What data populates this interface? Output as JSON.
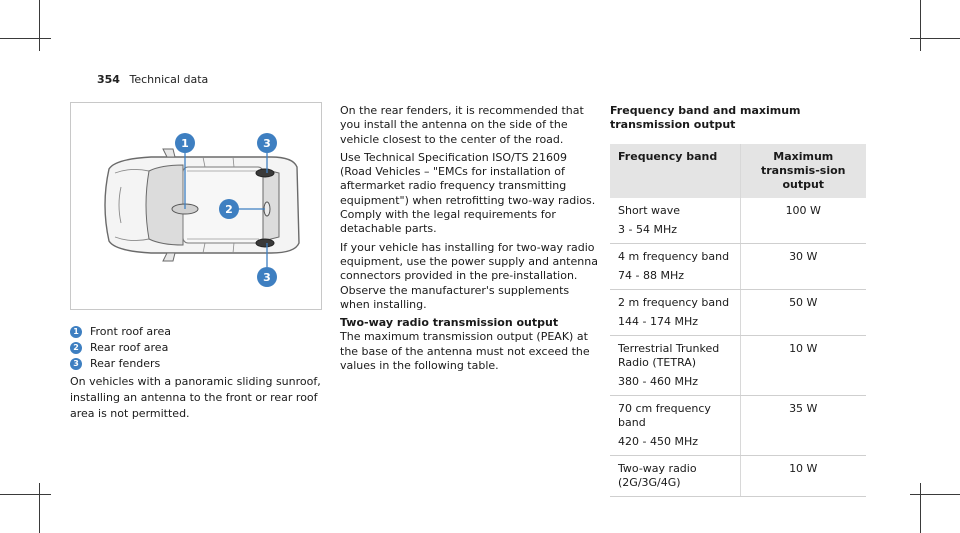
{
  "header": {
    "page_number": "354",
    "section": "Technical data"
  },
  "figure": {
    "callouts": [
      "1",
      "2",
      "3",
      "3"
    ],
    "accent_color": "#3e7fc1"
  },
  "legend": {
    "items": [
      {
        "num": "1",
        "label": "Front roof area"
      },
      {
        "num": "2",
        "label": "Rear roof area"
      },
      {
        "num": "3",
        "label": "Rear fenders"
      }
    ],
    "note": "On vehicles with a panoramic sliding sunroof, installing an antenna to the front or rear roof area is not permitted."
  },
  "middle": {
    "p1": "On the rear fenders, it is recommended that you install the antenna on the side of the vehicle closest to the center of the road.",
    "p2": "Use Technical Specification ISO/TS 21609 (Road Vehicles – \"EMCs for installation of aftermarket radio frequency transmitting equipment\") when retrofitting two-way radios. Comply with the legal requirements for detachable parts.",
    "p3": "If your vehicle has installing for two-way radio equipment, use the power supply and antenna connectors provided in the pre-installation. Observe the manufacturer's supplements when installing.",
    "heading": "Two-way radio transmission output",
    "p4": "The maximum transmission output (PEAK) at the base of the antenna must not exceed the values in the following table."
  },
  "table": {
    "title": "Frequency band and maximum transmission output",
    "col1": "Frequency band",
    "col2": "Maximum transmis-sion output",
    "rows": [
      {
        "band": "Short wave",
        "range": "3 - 54 MHz",
        "power": "100 W"
      },
      {
        "band": "4 m frequency band",
        "range": "74 - 88 MHz",
        "power": "30 W"
      },
      {
        "band": "2 m frequency band",
        "range": "144 - 174 MHz",
        "power": "50 W"
      },
      {
        "band": "Terrestrial Trunked Radio (TETRA)",
        "range": "380 - 460 MHz",
        "power": "10 W"
      },
      {
        "band": "70 cm frequency band",
        "range": "420 - 450 MHz",
        "power": "35 W"
      },
      {
        "band": "Two-way radio (2G/3G/4G)",
        "range": "",
        "power": "10 W"
      }
    ]
  }
}
